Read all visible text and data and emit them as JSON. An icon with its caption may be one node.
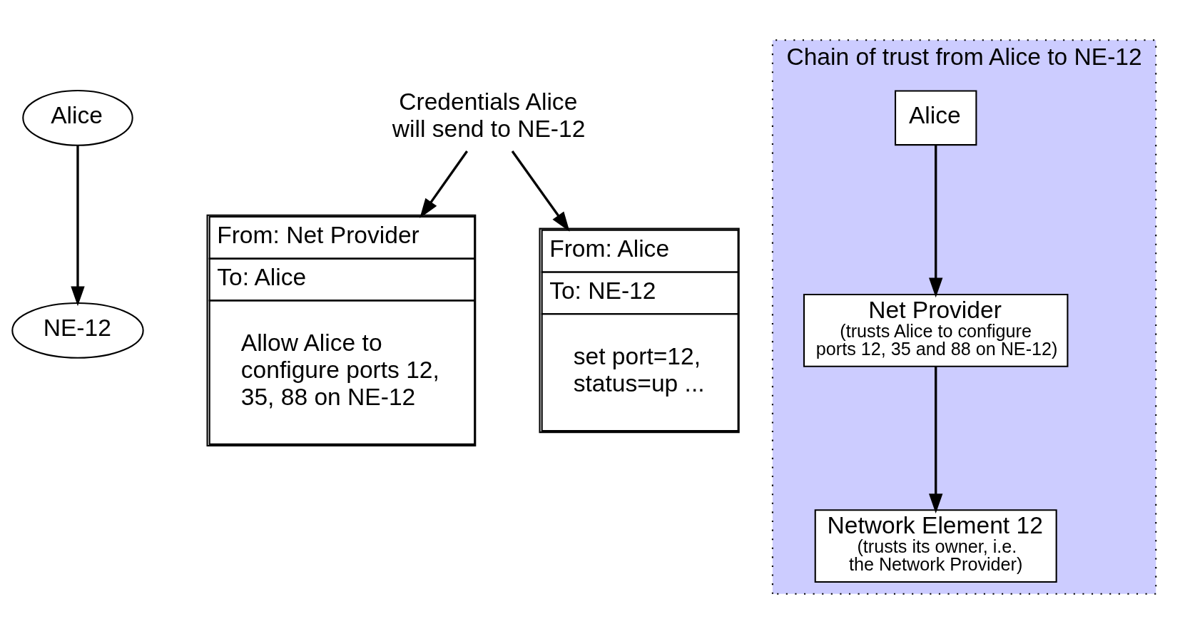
{
  "diagram": {
    "nodes": [
      {
        "text": [
          "Alice"
        ]
      },
      {
        "text": [
          "From: Net Provider",
          "To: Alice",
          "Allow Alice to configure ports 12, 35, 88 on NE-12"
        ]
      },
      {
        "text": [
          "From: Alice",
          "To: NE-12",
          "set port=12, status=up ..."
        ]
      },
      {
        "text": [
          "NE-12"
        ]
      },
      {
        "text": [
          "Chain of trust from Alice to NE-12"
        ]
      },
      {
        "text": [
          "Alice"
        ],
        "in": 4
      },
      {
        "text": [
          "Net Provider",
          "(trusts Alice to configure ports 12, 35 and 88 on NE-12)"
        ],
        "in": 4
      },
      {
        "text": [
          "Network Element 12",
          "(trusts its owner, i.e. the Network Provider)"
        ],
        "in": 4
      },
      {
        "text": [
          "Credentials Alice will send to NE-12"
        ]
      }
    ],
    "edges": [
      {
        "from": 0,
        "to": 3,
        "arrow": "to"
      },
      {
        "from": 5,
        "to": 6,
        "arrow": "to"
      },
      {
        "from": 6,
        "to": 7,
        "arrow": "to"
      },
      {
        "from": 8,
        "to": 1,
        "arrow": "to"
      },
      {
        "from": 8,
        "to": 2,
        "arrow": "to"
      }
    ]
  }
}
